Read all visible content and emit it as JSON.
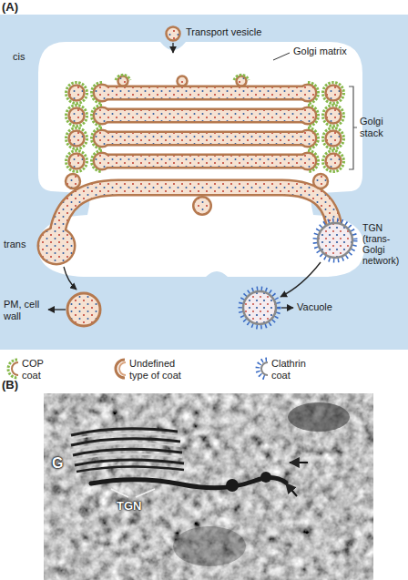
{
  "diagram": {
    "labels": [
      "(A)",
      "Transport vesicle",
      "cis",
      "Golgi matrix",
      "Golgi stack",
      "trans",
      "TGN (trans-Golgi network)",
      "PM, cell wall",
      "Vacuole",
      "(B)",
      "G",
      "TGN"
    ],
    "legend": [
      {
        "text": "COP coat"
      },
      {
        "text": "Undefined type of coat"
      },
      {
        "text": "Clathrin coat"
      }
    ]
  }
}
